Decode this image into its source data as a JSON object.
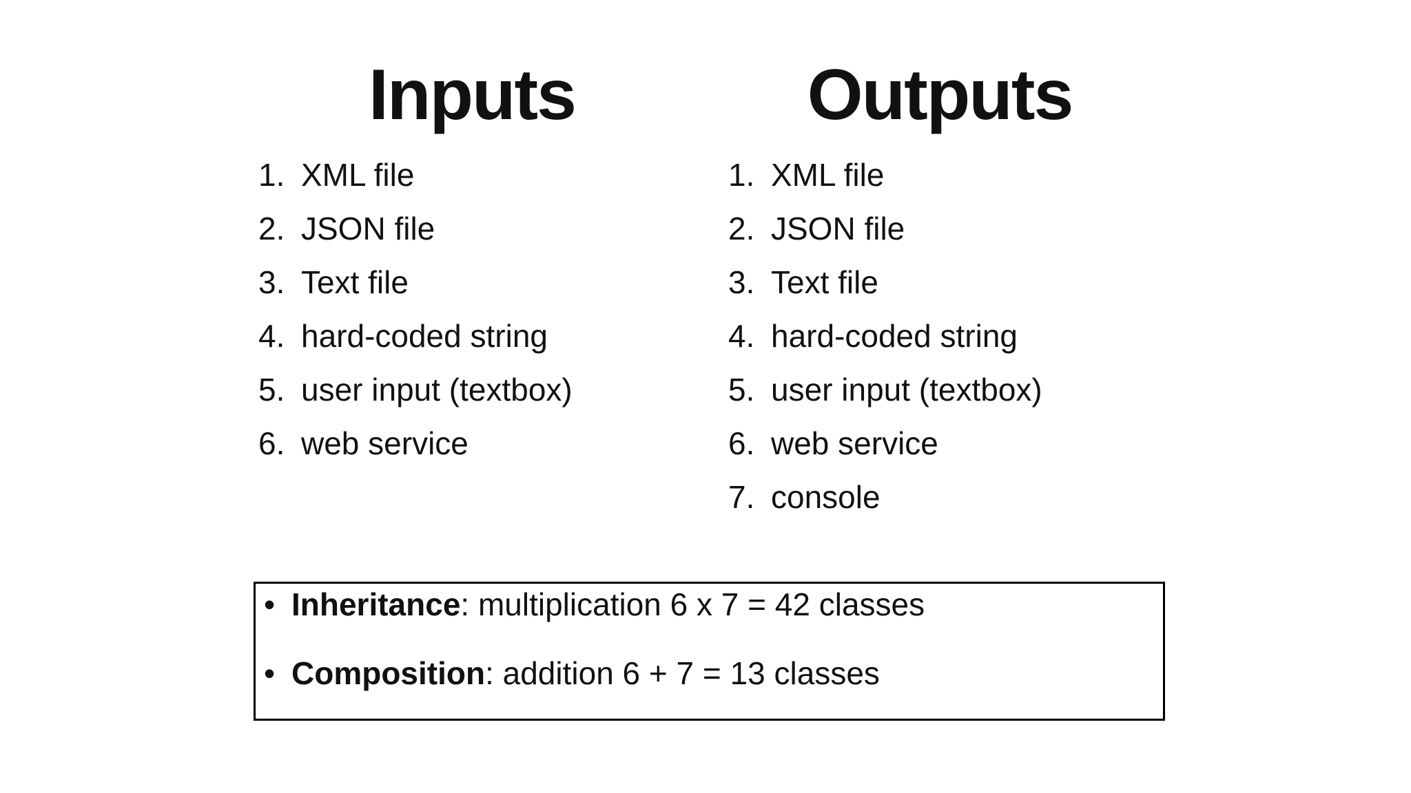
{
  "slide": {
    "colors": {
      "background": "#ffffff",
      "text": "#111111",
      "box_border": "#000000"
    },
    "columns": [
      {
        "title": "Inputs",
        "items": [
          "XML file",
          "JSON file",
          "Text file",
          "hard-coded string",
          "user input (textbox)",
          "web service"
        ]
      },
      {
        "title": "Outputs",
        "items": [
          "XML file",
          "JSON file",
          "Text file",
          "hard-coded string",
          "user input (textbox)",
          "web service",
          "console"
        ]
      }
    ],
    "summary_box": {
      "bullets": [
        {
          "term": "Inheritance",
          "rest": ": multiplication 6 x 7 = 42 classes"
        },
        {
          "term": "Composition",
          "rest": ": addition 6 + 7 = 13 classes"
        }
      ]
    }
  }
}
